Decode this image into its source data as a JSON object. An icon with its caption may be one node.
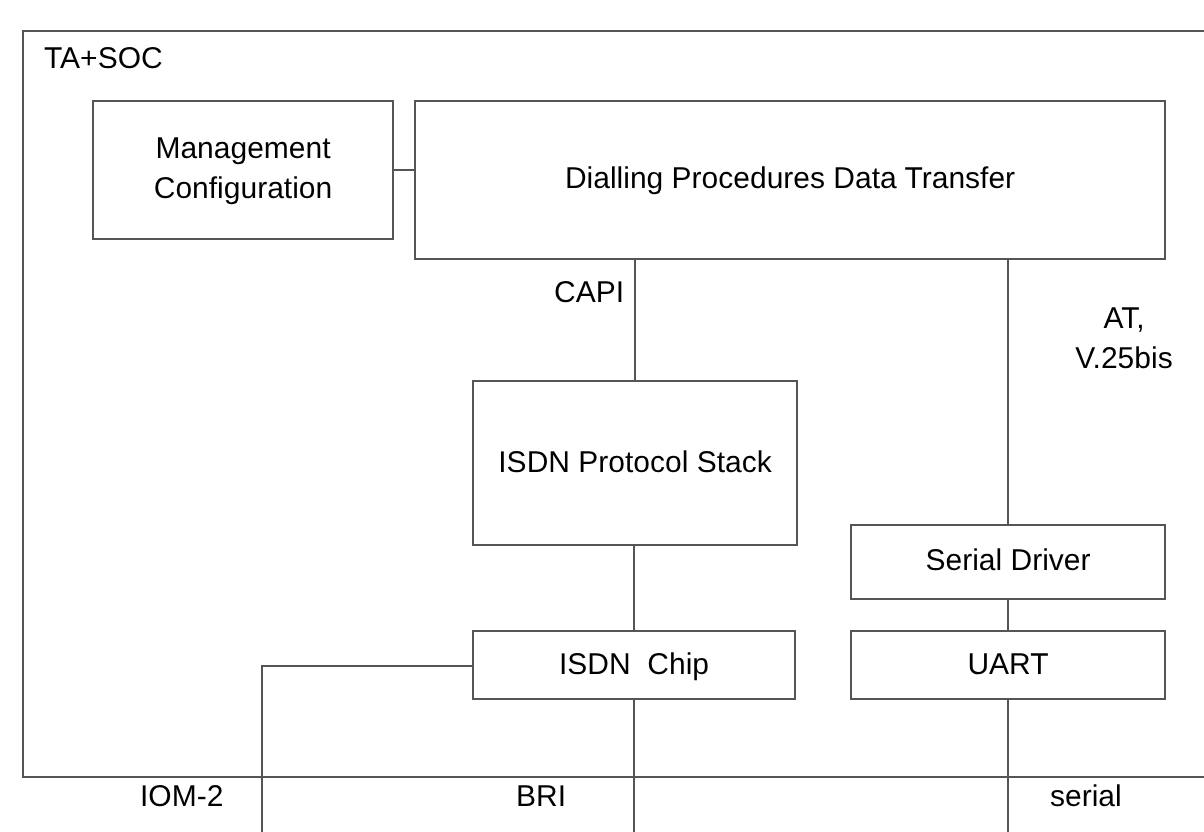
{
  "diagram": {
    "nodes": [
      {
        "text": [
          "TA+SOC"
        ]
      },
      {
        "text": [
          "Management Configuration"
        ],
        "in": 0
      },
      {
        "text": [
          "Dialling Procedures Data Transfer"
        ],
        "in": 0
      },
      {
        "text": [
          "ISDN Protocol Stack"
        ],
        "in": 0
      },
      {
        "text": [
          "Serial Driver"
        ],
        "in": 0
      },
      {
        "text": [
          "ISDN  Chip"
        ],
        "in": 0
      },
      {
        "text": [
          "UART"
        ],
        "in": 0
      }
    ],
    "edges": [
      {
        "from": 1,
        "to": 2,
        "arrow": "none"
      },
      {
        "from": 2,
        "to": 3,
        "arrow": "none",
        "label": "CAPI"
      },
      {
        "from": 2,
        "to": 4,
        "arrow": "none",
        "label": "AT, V.25bis"
      },
      {
        "from": 3,
        "to": 5,
        "arrow": "none"
      },
      {
        "from": 4,
        "to": 6,
        "arrow": "none"
      },
      {
        "from": 5,
        "to": null,
        "arrow": "none",
        "label": "IOM-2"
      },
      {
        "from": 5,
        "to": null,
        "arrow": "none",
        "label": "BRI"
      },
      {
        "from": 6,
        "to": null,
        "arrow": "none",
        "label": "serial"
      }
    ]
  }
}
